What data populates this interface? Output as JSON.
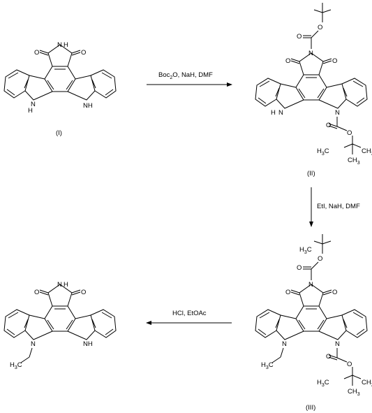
{
  "reactions": [
    {
      "conditions": "Boc",
      "conditions_sub": "2",
      "conditions_rest": "O, NaH, DMF"
    },
    {
      "conditions": "EtI, NaH, DMF"
    },
    {
      "conditions": "HCl, EtOAc"
    }
  ],
  "compounds": [
    {
      "label": "(I)"
    },
    {
      "label": "(II)"
    },
    {
      "label": "(III)"
    },
    {
      "label": ""
    }
  ],
  "atoms": {
    "O": "O",
    "N": "N",
    "H": "H",
    "NH": "NH",
    "H3C_H": "H",
    "H3C_3": "3",
    "H3C_C": "C",
    "CH3": "CH",
    "CH3_3": "3"
  }
}
